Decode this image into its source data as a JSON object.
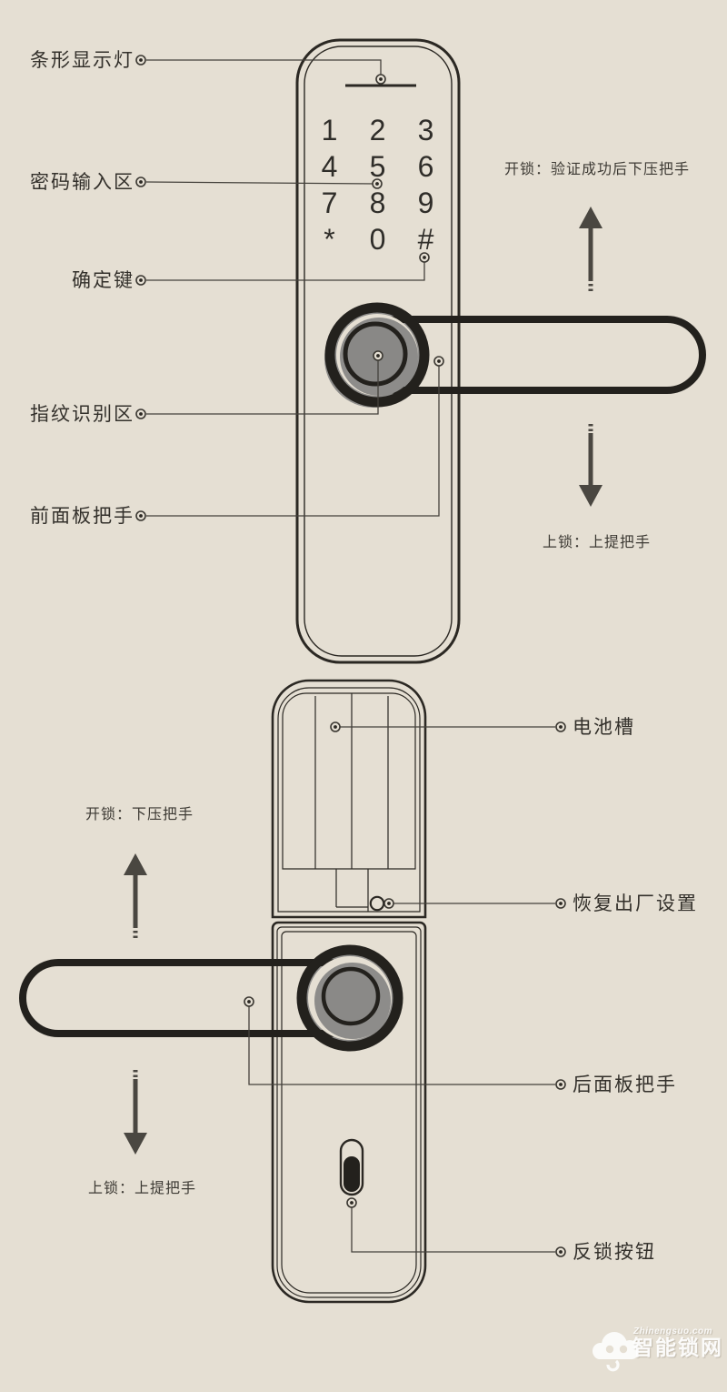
{
  "colors": {
    "background": "#e5dfd3",
    "outline_ink": "#2b2823",
    "leader_line": "#45423c",
    "text_ink": "#33302b",
    "knob_gray": "#8d8c8a",
    "arrow": "#4a4741",
    "watermark_white": "#ffffff"
  },
  "front": {
    "callouts": [
      {
        "id": "bar-light",
        "label": "条形显示灯"
      },
      {
        "id": "keypad-area",
        "label": "密码输入区"
      },
      {
        "id": "confirm-key",
        "label": "确定键"
      },
      {
        "id": "fingerprint-area",
        "label": "指纹识别区"
      },
      {
        "id": "front-handle",
        "label": "前面板把手"
      }
    ],
    "keypad_keys": [
      "1",
      "2",
      "3",
      "4",
      "5",
      "6",
      "7",
      "8",
      "9",
      "*",
      "0",
      "#"
    ],
    "unlock_note": "开锁：验证成功后下压把手",
    "lock_note": "上锁：上提把手"
  },
  "back": {
    "callouts": [
      {
        "id": "battery-slot",
        "label": "电池槽"
      },
      {
        "id": "factory-reset",
        "label": "恢复出厂设置"
      },
      {
        "id": "back-handle",
        "label": "后面板把手"
      },
      {
        "id": "deadbolt-button",
        "label": "反锁按钮"
      }
    ],
    "unlock_note": "开锁：下压把手",
    "lock_note": "上锁：上提把手"
  },
  "watermark": {
    "site_url": "Zhinengsuo.com",
    "site_name": "智能锁网"
  }
}
